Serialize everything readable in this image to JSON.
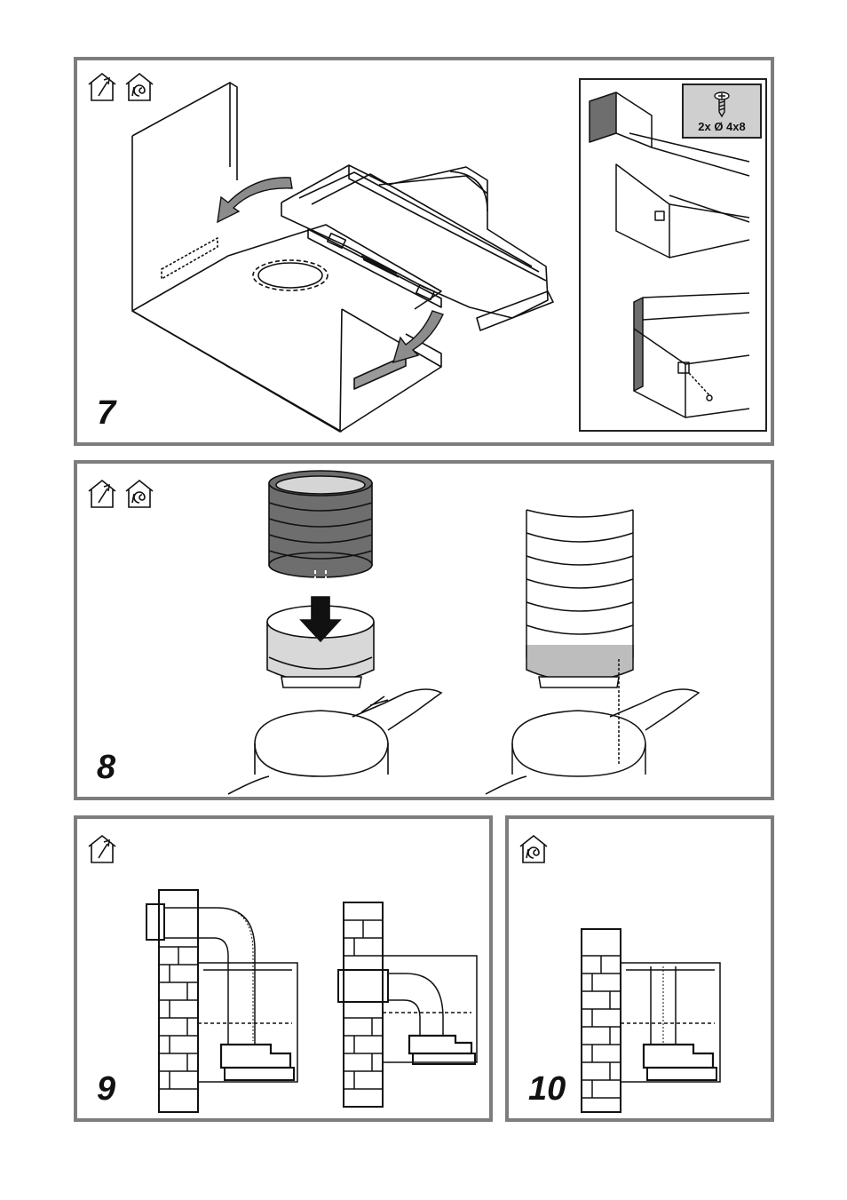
{
  "steps": [
    {
      "number": "7",
      "icons": [
        "ducted-extraction-icon",
        "recirculation-icon"
      ]
    },
    {
      "number": "8",
      "icons": [
        "ducted-extraction-icon",
        "recirculation-icon"
      ]
    },
    {
      "number": "9",
      "icons": [
        "ducted-extraction-icon"
      ]
    },
    {
      "number": "10",
      "icons": [
        "recirculation-icon"
      ]
    }
  ],
  "screw_spec": {
    "label": "2x Ø 4x8",
    "icon": "screw-icon"
  },
  "colors": {
    "frame": "#7d7d7d",
    "ink": "#111111",
    "arrow_gray": "#8c8c8c",
    "badge": "#cfcfcf"
  }
}
